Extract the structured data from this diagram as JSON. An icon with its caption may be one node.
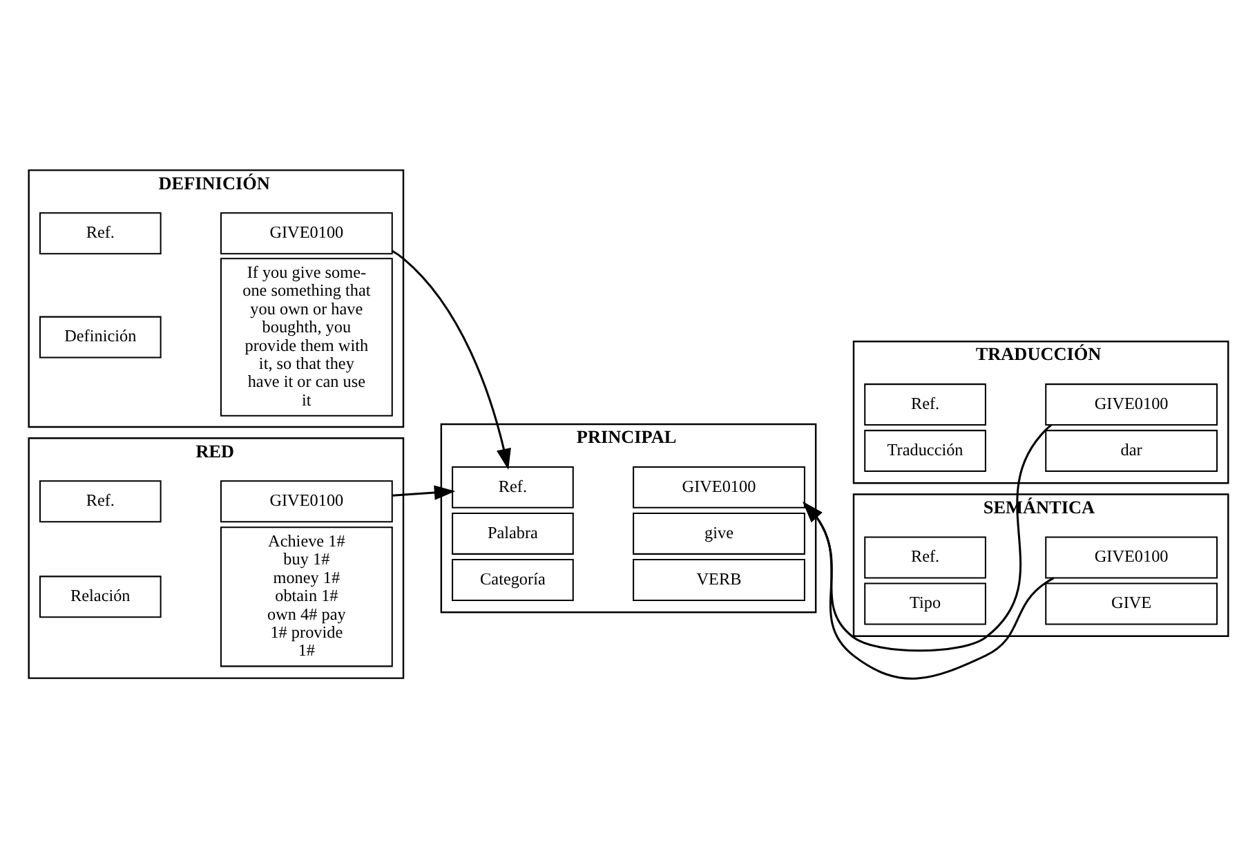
{
  "diagram": {
    "nodes": [
      {
        "text": [
          "DEFINICIÓN"
        ]
      },
      {
        "text": [
          "Ref."
        ],
        "in": 0
      },
      {
        "text": [
          "GIVE0100"
        ],
        "in": 0
      },
      {
        "text": [
          "Definición"
        ],
        "in": 0
      },
      {
        "text": [
          "If you give some-one something that you own or have boughth, you provide them with it, so that they have it or can use it"
        ],
        "in": 0
      },
      {
        "text": [
          "PRINCIPAL"
        ]
      },
      {
        "text": [
          "Ref."
        ],
        "in": 5
      },
      {
        "text": [
          "GIVE0100"
        ],
        "in": 5
      },
      {
        "text": [
          "Palabra"
        ],
        "in": 5
      },
      {
        "text": [
          "give"
        ],
        "in": 5
      },
      {
        "text": [
          "Categoría"
        ],
        "in": 5
      },
      {
        "text": [
          "VERB"
        ],
        "in": 5
      },
      {
        "text": [
          "TRADUCCIÓN"
        ]
      },
      {
        "text": [
          "Ref."
        ],
        "in": 12
      },
      {
        "text": [
          "GIVE0100"
        ],
        "in": 12
      },
      {
        "text": [
          "Traducción"
        ],
        "in": 12
      },
      {
        "text": [
          "dar"
        ],
        "in": 12
      },
      {
        "text": [
          "SEMÁNTICA"
        ]
      },
      {
        "text": [
          "Ref."
        ],
        "in": 17
      },
      {
        "text": [
          "GIVE0100"
        ],
        "in": 17
      },
      {
        "text": [
          "Tipo"
        ],
        "in": 17
      },
      {
        "text": [
          "GIVE"
        ],
        "in": 17
      },
      {
        "text": [
          "RED"
        ]
      },
      {
        "text": [
          "Ref."
        ],
        "in": 22
      },
      {
        "text": [
          "GIVE0100"
        ],
        "in": 22
      },
      {
        "text": [
          "Relación"
        ],
        "in": 22
      },
      {
        "text": [
          "Achieve 1# buy 1# money 1# obtain 1# own 4# pay 1# provide 1#"
        ],
        "in": 22
      }
    ],
    "edges": [
      {
        "from": 2,
        "to": 6,
        "arrow": "to"
      },
      {
        "from": 24,
        "to": 6,
        "arrow": "to"
      },
      {
        "from": 14,
        "to": 7,
        "arrow": "to"
      },
      {
        "from": 19,
        "to": 7,
        "arrow": "to"
      }
    ]
  }
}
